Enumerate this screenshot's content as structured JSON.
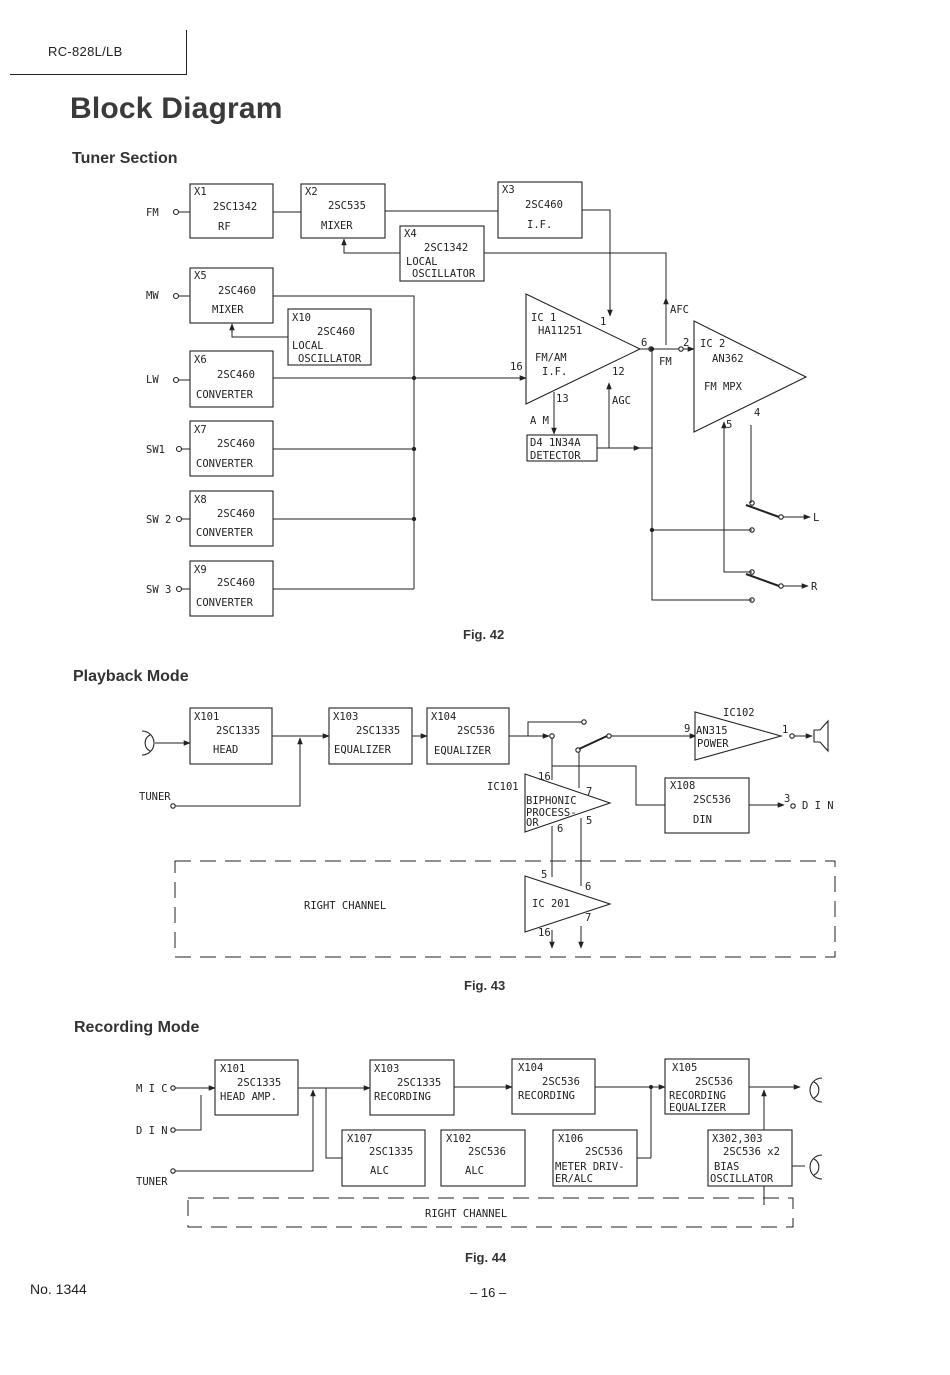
{
  "header": {
    "model": "RC-828L/LB",
    "title": "Block Diagram"
  },
  "tuner": {
    "title": "Tuner Section",
    "fig": "Fig. 42",
    "inputs": {
      "fm": "FM",
      "mw": "MW",
      "lw": "LW",
      "sw1": "SW1",
      "sw2": "SW 2",
      "sw3": "SW 3"
    },
    "blocks": {
      "x1": [
        "X1",
        "2SC1342",
        "RF"
      ],
      "x2": [
        "X2",
        "2SC535",
        "MIXER"
      ],
      "x3": [
        "X3",
        "2SC460",
        "I.F."
      ],
      "x4": [
        "X4",
        "2SC1342",
        "LOCAL",
        "OSCILLATOR"
      ],
      "x5": [
        "X5",
        "2SC460",
        "MIXER"
      ],
      "x10": [
        "X10",
        "2SC460",
        "LOCAL",
        "OSCILLATOR"
      ],
      "x6": [
        "X6",
        "2SC460",
        "CONVERTER"
      ],
      "x7": [
        "X7",
        "2SC460",
        "CONVERTER"
      ],
      "x8": [
        "X8",
        "2SC460",
        "CONVERTER"
      ],
      "x9": [
        "X9",
        "2SC460",
        "CONVERTER"
      ],
      "d4": [
        "D4  1N34A",
        "DETECTOR"
      ]
    },
    "ic1": [
      "IC 1",
      "HA11251",
      "FM/AM",
      "I.F."
    ],
    "ic2": [
      "IC 2",
      "AN362",
      "FM  MPX"
    ],
    "labels": {
      "afc": "AFC",
      "agc": "AGC",
      "am": "A M",
      "fm": "FM",
      "l": "L",
      "r": "R"
    },
    "pins": {
      "p1": "1",
      "p6": "6",
      "p2": "2",
      "p16": "16",
      "p12": "12",
      "p13": "13",
      "p4": "4",
      "p5": "5"
    }
  },
  "playback": {
    "title": "Playback Mode",
    "fig": "Fig. 43",
    "tuner_label": "TUNER",
    "blocks": {
      "x101": [
        "X101",
        "2SC1335",
        "HEAD"
      ],
      "x103": [
        "X103",
        "2SC1335",
        "EQUALIZER"
      ],
      "x104": [
        "X104",
        "2SC536",
        "EQUALIZER"
      ],
      "x108": [
        "X108",
        "2SC536",
        "DIN"
      ]
    },
    "ic102": [
      "IC102",
      "AN315",
      "POWER"
    ],
    "ic101": [
      "IC101",
      "BIPHONIC",
      "PROCESS-",
      "OR"
    ],
    "ic201": "IC 201",
    "right_channel": "RIGHT  CHANNEL",
    "din": "D I N",
    "pins": {
      "p9": "9",
      "p1": "1",
      "p3": "3",
      "p16": "16",
      "p7": "7",
      "p6": "6",
      "p5": "5",
      "p5b": "5",
      "p6b": "6",
      "p7b": "7",
      "p16b": "16"
    }
  },
  "recording": {
    "title": "Recording Mode",
    "fig": "Fig. 44",
    "inputs": {
      "mic": "M I C",
      "din": "D I N",
      "tuner": "TUNER"
    },
    "blocks": {
      "x101": [
        "X101",
        "2SC1335",
        "HEAD AMP."
      ],
      "x103": [
        "X103",
        "2SC1335",
        "RECORDING"
      ],
      "x104": [
        "X104",
        "2SC536",
        "RECORDING"
      ],
      "x105": [
        "X105",
        "2SC536",
        "RECORDING",
        "EQUALIZER"
      ],
      "x107": [
        "X107",
        "2SC1335",
        "ALC"
      ],
      "x102": [
        "X102",
        "2SC536",
        "ALC"
      ],
      "x106": [
        "X106",
        "2SC536",
        "METER DRIV-",
        "ER/ALC"
      ],
      "x302": [
        "X302,303",
        "2SC536  x2",
        "BIAS",
        "OSCILLATOR"
      ]
    },
    "right_channel": "RIGHT   CHANNEL"
  },
  "footer": {
    "number": "No. 1344",
    "page": "– 16 –"
  }
}
